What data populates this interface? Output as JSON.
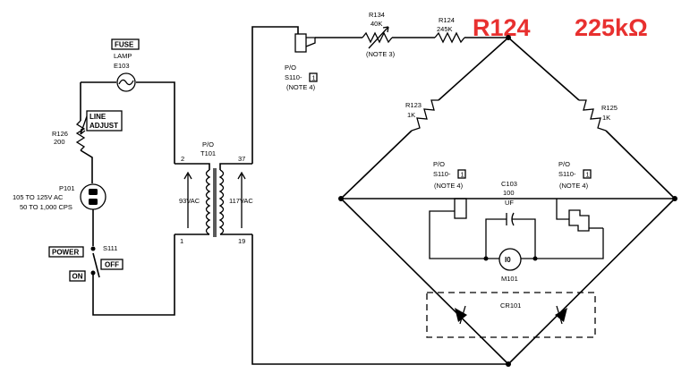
{
  "highlight": {
    "ref": "R124",
    "value": "225kΩ",
    "color": "#e8302f"
  },
  "labels": {
    "fuse": "FUSE",
    "lamp": "LAMP",
    "lamp_ref": "E103",
    "r126_ref": "R126",
    "r126_value": "200",
    "line": "LINE",
    "adjust": "ADJUST",
    "p101": "P101",
    "p101_range": "105 TO 125V AC",
    "p101_freq": "50 TO 1,000 CPS",
    "power": "POWER",
    "s111": "S111",
    "on": "ON",
    "off": "OFF",
    "po": "P/O",
    "t101": "T101",
    "pin2": "2",
    "pin37": "37",
    "pin1": "1",
    "pin19": "19",
    "v93": "93VAC",
    "v117": "117VAC",
    "s110": "S110-",
    "s110_box": "1",
    "note4": "(NOTE 4)",
    "r134_ref": "R134",
    "r134_value": "40K",
    "note3": "(NOTE 3)",
    "r124_ref": "R124",
    "r124_value": "245K",
    "r123_ref": "R123",
    "r123_value": "1K",
    "r125_ref": "R125",
    "r125_value": "1K",
    "c103_ref": "C103",
    "c103_value": "100",
    "c103_unit": "UF",
    "meter_label": "I0",
    "meter_ref": "M101",
    "cr101": "CR101"
  },
  "icons": [
    "lamp-icon",
    "plug-icon",
    "switch-icon",
    "transformer-icon",
    "potentiometer-icon",
    "resistor-icon",
    "capacitor-icon",
    "meter-icon",
    "diode-icon"
  ]
}
